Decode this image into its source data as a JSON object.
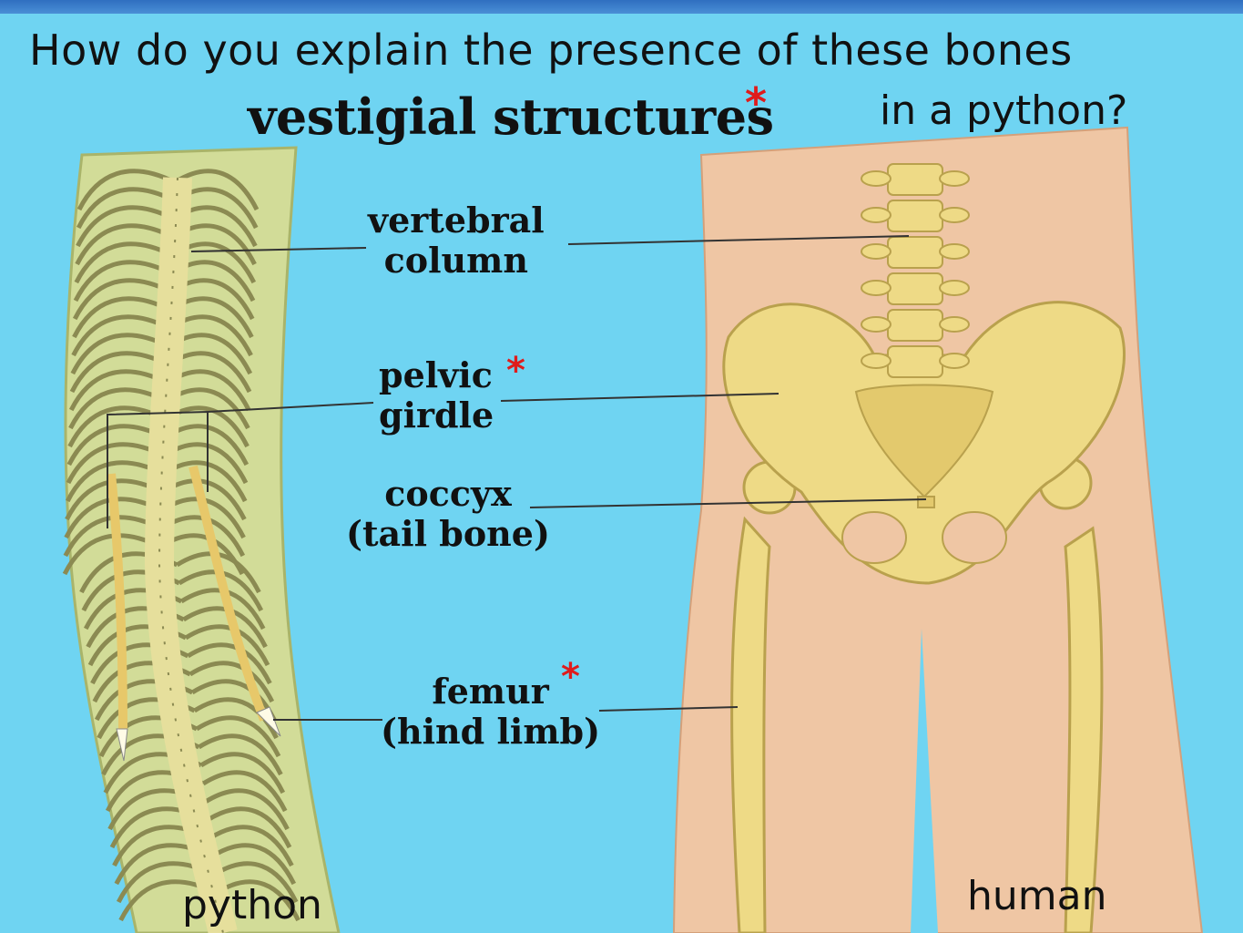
{
  "question": {
    "line1": "How do you explain the presence of these bones",
    "line2": "in a python?"
  },
  "heading": "vestigial structures",
  "asterisk": "*",
  "labels": {
    "vertebral": [
      "vertebral",
      "column"
    ],
    "pelvic": [
      "pelvic",
      "girdle"
    ],
    "coccyx": [
      "coccyx",
      "(tail bone)"
    ],
    "femur": [
      "femur",
      "(hind limb)"
    ]
  },
  "captions": {
    "python": "python",
    "human": "human"
  },
  "colors": {
    "background": "#6fd4f2",
    "python_body": "#d2dc98",
    "human_skin": "#efc6a4",
    "bone": "#eeda86",
    "asterisk": "#e01b1b"
  }
}
